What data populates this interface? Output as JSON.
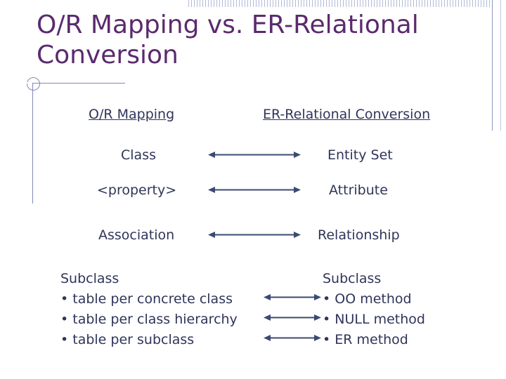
{
  "slide": {
    "title": "O/R Mapping vs. ER-Relational Conversion",
    "columns": {
      "left_header": "O/R Mapping",
      "right_header": "ER-Relational Conversion"
    },
    "rows": [
      {
        "left": "Class",
        "right": "Entity Set",
        "arrow": "double-headed-arrow"
      },
      {
        "left": "<property>",
        "right": "Attribute",
        "arrow": "double-headed-arrow"
      },
      {
        "left": "Association",
        "right": "Relationship",
        "arrow": "double-headed-arrow"
      }
    ],
    "subclass_block": {
      "left_title": "Subclass",
      "left_items": [
        "• table per concrete class",
        "• table per class hierarchy",
        "• table per subclass"
      ],
      "right_title": "Subclass",
      "right_items": [
        "• OO method",
        "• NULL method",
        "• ER method"
      ],
      "arrows": [
        "double-headed-arrow",
        "double-headed-arrow",
        "double-headed-arrow"
      ]
    },
    "colors": {
      "title": "#5b2a6e",
      "body_text": "#2f3559",
      "rule": "#7f88b4",
      "arrow": "#3a4a72"
    }
  }
}
